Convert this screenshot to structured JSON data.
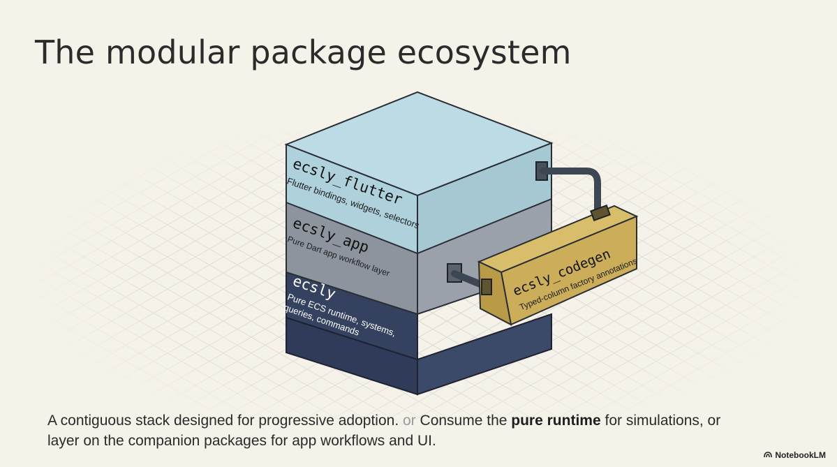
{
  "title": "The modular package ecosystem",
  "diagram": {
    "layers": [
      {
        "name": "ecsly_flutter",
        "description": "Flutter bindings, widgets, selectors"
      },
      {
        "name": "ecsly_app",
        "description": "Pure Dart app workflow layer"
      },
      {
        "name": "ecsly",
        "description_line1": "Pure ECS runtime, systems,",
        "description_line2": "queries, commands"
      }
    ],
    "companion": {
      "name": "ecsly_codegen",
      "description": "Typed-column factory annotations"
    }
  },
  "caption": {
    "part1": "A contiguous stack designed for progressive adoption.",
    "separator": "or",
    "part2": "Consume the",
    "bold": "pure runtime",
    "part3": "for simulations, or layer on the companion packages for app workflows and UI."
  },
  "watermark": "NotebookLM",
  "colors": {
    "background": "#f5f2ea",
    "layer_top": "#b4d6e0",
    "layer_mid": "#8a919c",
    "layer_bottom": "#354363",
    "codegen": "#ccae5a"
  }
}
